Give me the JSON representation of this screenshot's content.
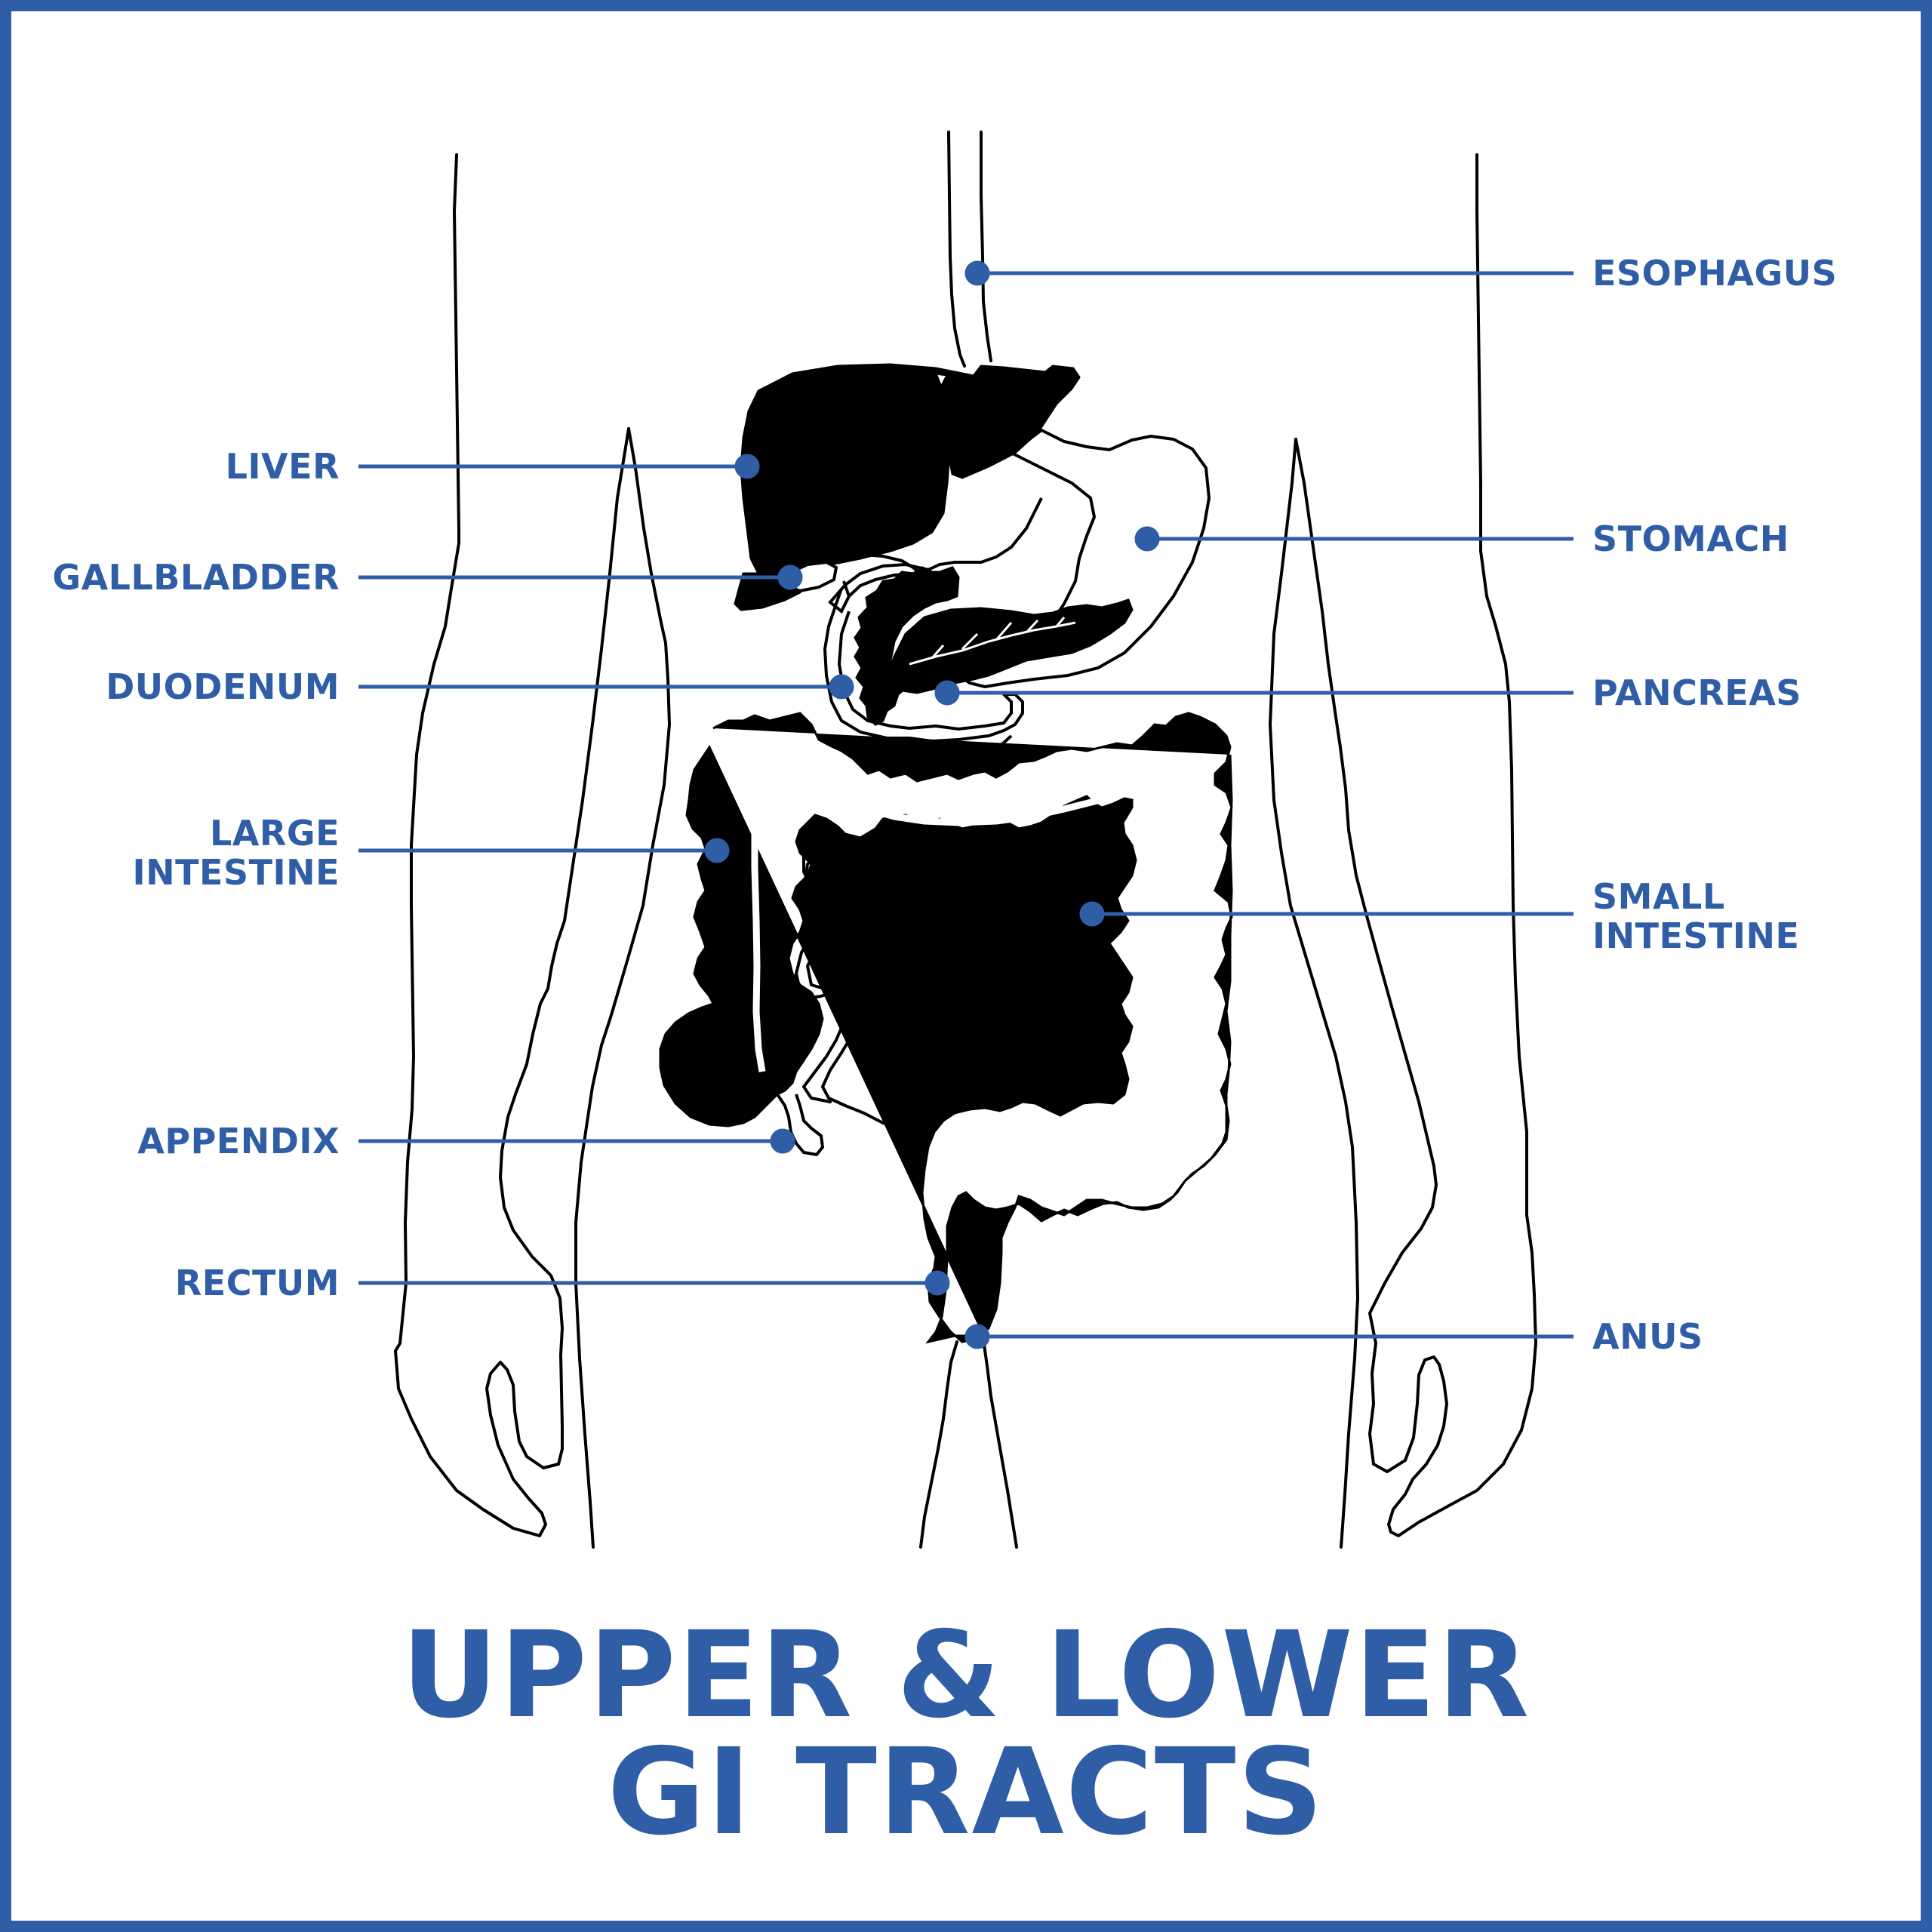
{
  "title": {
    "line1": "UPPER & LOWER",
    "line2": "GI TRACTS"
  },
  "labels": {
    "esophagus": "ESOPHAGUS",
    "liver": "LIVER",
    "stomach": "STOMACH",
    "gallbladder": "GALLBLADDER",
    "duodenum": "DUODENUM",
    "pancreas": "PANCREAS",
    "large_intestine": "LARGE\nINTESTINE",
    "small_intestine": "SMALL\nINTESTINE",
    "appendix": "APPENDIX",
    "rectum": "RECTUM",
    "anus": "ANUS"
  },
  "colors": {
    "accent": "#2f5ea7",
    "organ_fill": "#000000",
    "outline": "#000000",
    "background": "#ffffff"
  }
}
